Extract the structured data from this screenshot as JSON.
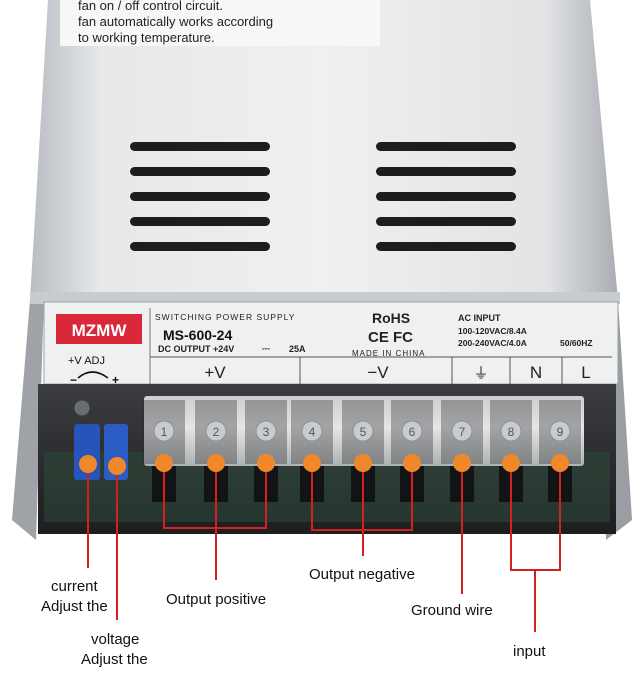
{
  "sticker": {
    "line1": "fan on / off control circuit.",
    "line2": "fan automatically works according",
    "line3": "to working temperature."
  },
  "nameplate": {
    "brand": "MZMW",
    "product_type": "SWITCHING POWER SUPPLY",
    "model": "MS-600-24",
    "dc_output": "DC OUTPUT +24V",
    "dc_symbol": "⎓",
    "dc_current": "25A",
    "rohs": "RoHS",
    "certs": "CE FC",
    "origin": "MADE IN CHINA",
    "ac_input_title": "AC INPUT",
    "ac_range_1": "100-120VAC/8.4A",
    "ac_range_2": "200-240VAC/4.0A",
    "ac_freq": "50/60HZ",
    "sections": [
      "+V",
      "−V",
      "⏚",
      "N",
      "L"
    ]
  },
  "adjust": {
    "label": "+V ADJ",
    "plus": "+",
    "minus": "−"
  },
  "terminals": {
    "numbers": [
      "1",
      "2",
      "3",
      "4",
      "5",
      "6",
      "7",
      "8",
      "9"
    ]
  },
  "annotations": {
    "current_line1": "current",
    "current_line2": "Adjust the",
    "voltage_line1": "voltage",
    "voltage_line2": "Adjust the",
    "output_positive": "Output positive",
    "output_negative": "Output negative",
    "ground_wire": "Ground wire",
    "input": "input"
  },
  "colors": {
    "marker": "#f0882a",
    "leader": "#d42020",
    "brand_bg": "#d9283a",
    "casing": "#d7d9dc"
  }
}
